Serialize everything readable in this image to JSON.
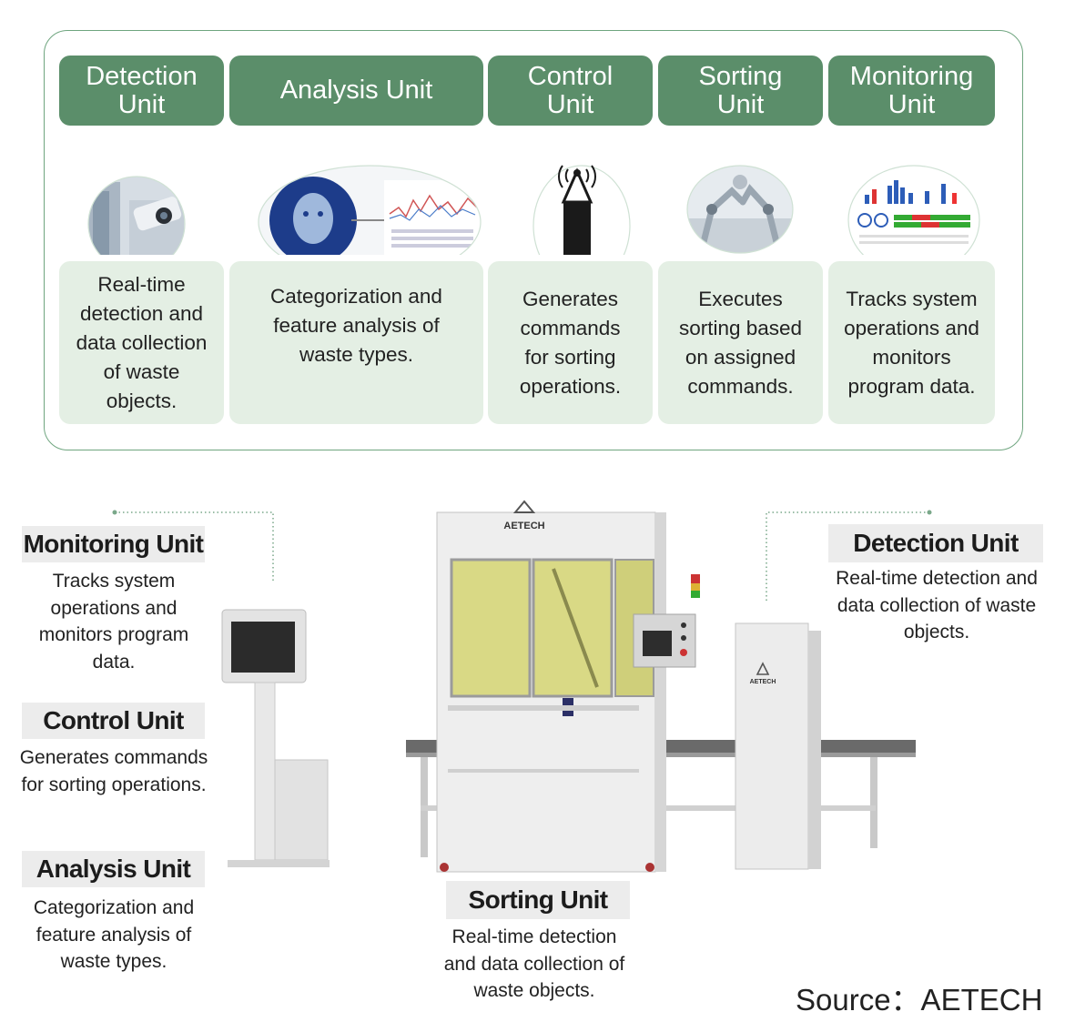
{
  "top_units": [
    {
      "title_lines": [
        "Detection",
        "Unit"
      ],
      "image_icon": "surveillance-camera-icon",
      "description": "Real-time detection and data collection of waste objects."
    },
    {
      "title_lines": [
        "Analysis Unit"
      ],
      "image_icon": "ai-analysis-icon",
      "description": "Categorization and feature analysis of waste types."
    },
    {
      "title_lines": [
        "Control",
        "Unit"
      ],
      "image_icon": "signal-tower-icon",
      "description": "Generates commands for sorting operations."
    },
    {
      "title_lines": [
        "Sorting",
        "Unit"
      ],
      "image_icon": "robot-arm-icon",
      "description": "Executes sorting based on assigned commands."
    },
    {
      "title_lines": [
        "Monitoring",
        "Unit"
      ],
      "image_icon": "dashboard-chart-icon",
      "description": "Tracks system operations and monitors program data."
    }
  ],
  "machine": {
    "brand": "AETECH",
    "labels": {
      "monitoring": {
        "title": "Monitoring Unit",
        "description": "Tracks system operations and monitors program data."
      },
      "control": {
        "title": "Control Unit",
        "description": "Generates commands for sorting operations."
      },
      "analysis": {
        "title": "Analysis Unit",
        "description": "Categorization and feature analysis of waste types."
      },
      "detection": {
        "title": "Detection Unit",
        "description": "Real-time detection and data collection of waste objects."
      },
      "sorting": {
        "title": "Sorting Unit",
        "description": "Real-time detection and data collection of waste objects."
      }
    }
  },
  "source": "Source：AETECH",
  "colors": {
    "header_green": "#5b8e6a",
    "panel_green": "#e4efe4",
    "frame_green": "#6fa57f",
    "label_gray": "#ececec"
  }
}
